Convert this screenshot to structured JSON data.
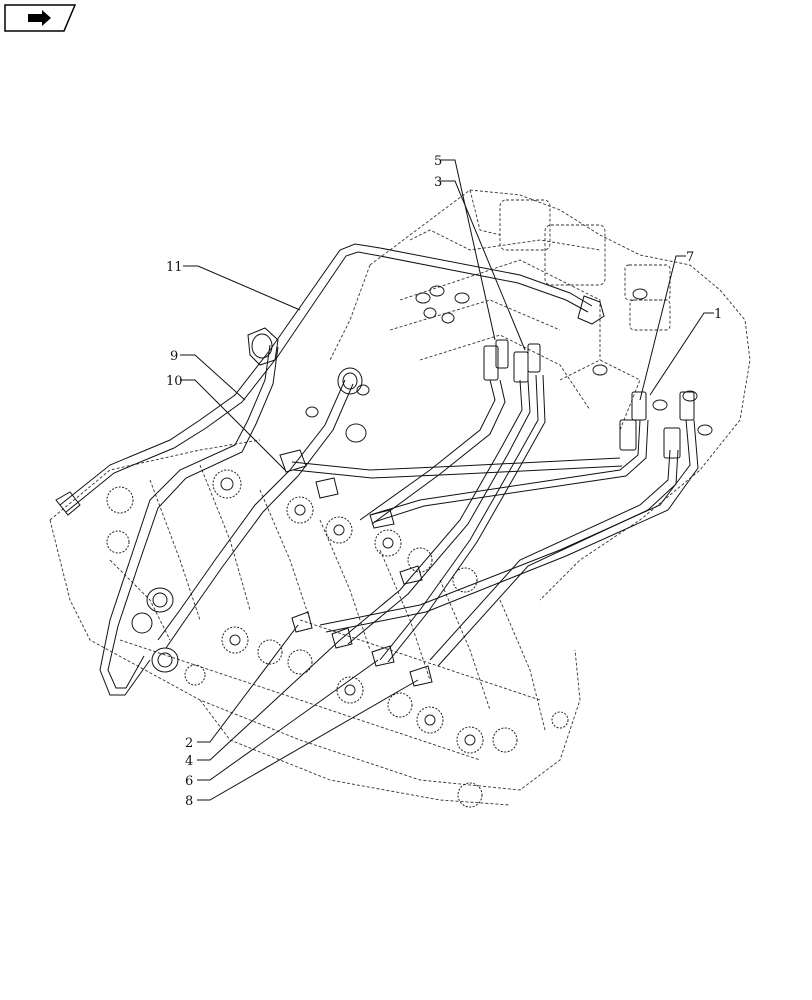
{
  "navigation": {
    "icon": "next-page-arrow-icon"
  },
  "diagram": {
    "callouts": [
      {
        "key": "5",
        "label": "5"
      },
      {
        "key": "3",
        "label": "3"
      },
      {
        "key": "11",
        "label": "11"
      },
      {
        "key": "7",
        "label": "7"
      },
      {
        "key": "1",
        "label": "1"
      },
      {
        "key": "9",
        "label": "9"
      },
      {
        "key": "10",
        "label": "10"
      },
      {
        "key": "2",
        "label": "2"
      },
      {
        "key": "4",
        "label": "4"
      },
      {
        "key": "6",
        "label": "6"
      },
      {
        "key": "8",
        "label": "8"
      }
    ]
  }
}
